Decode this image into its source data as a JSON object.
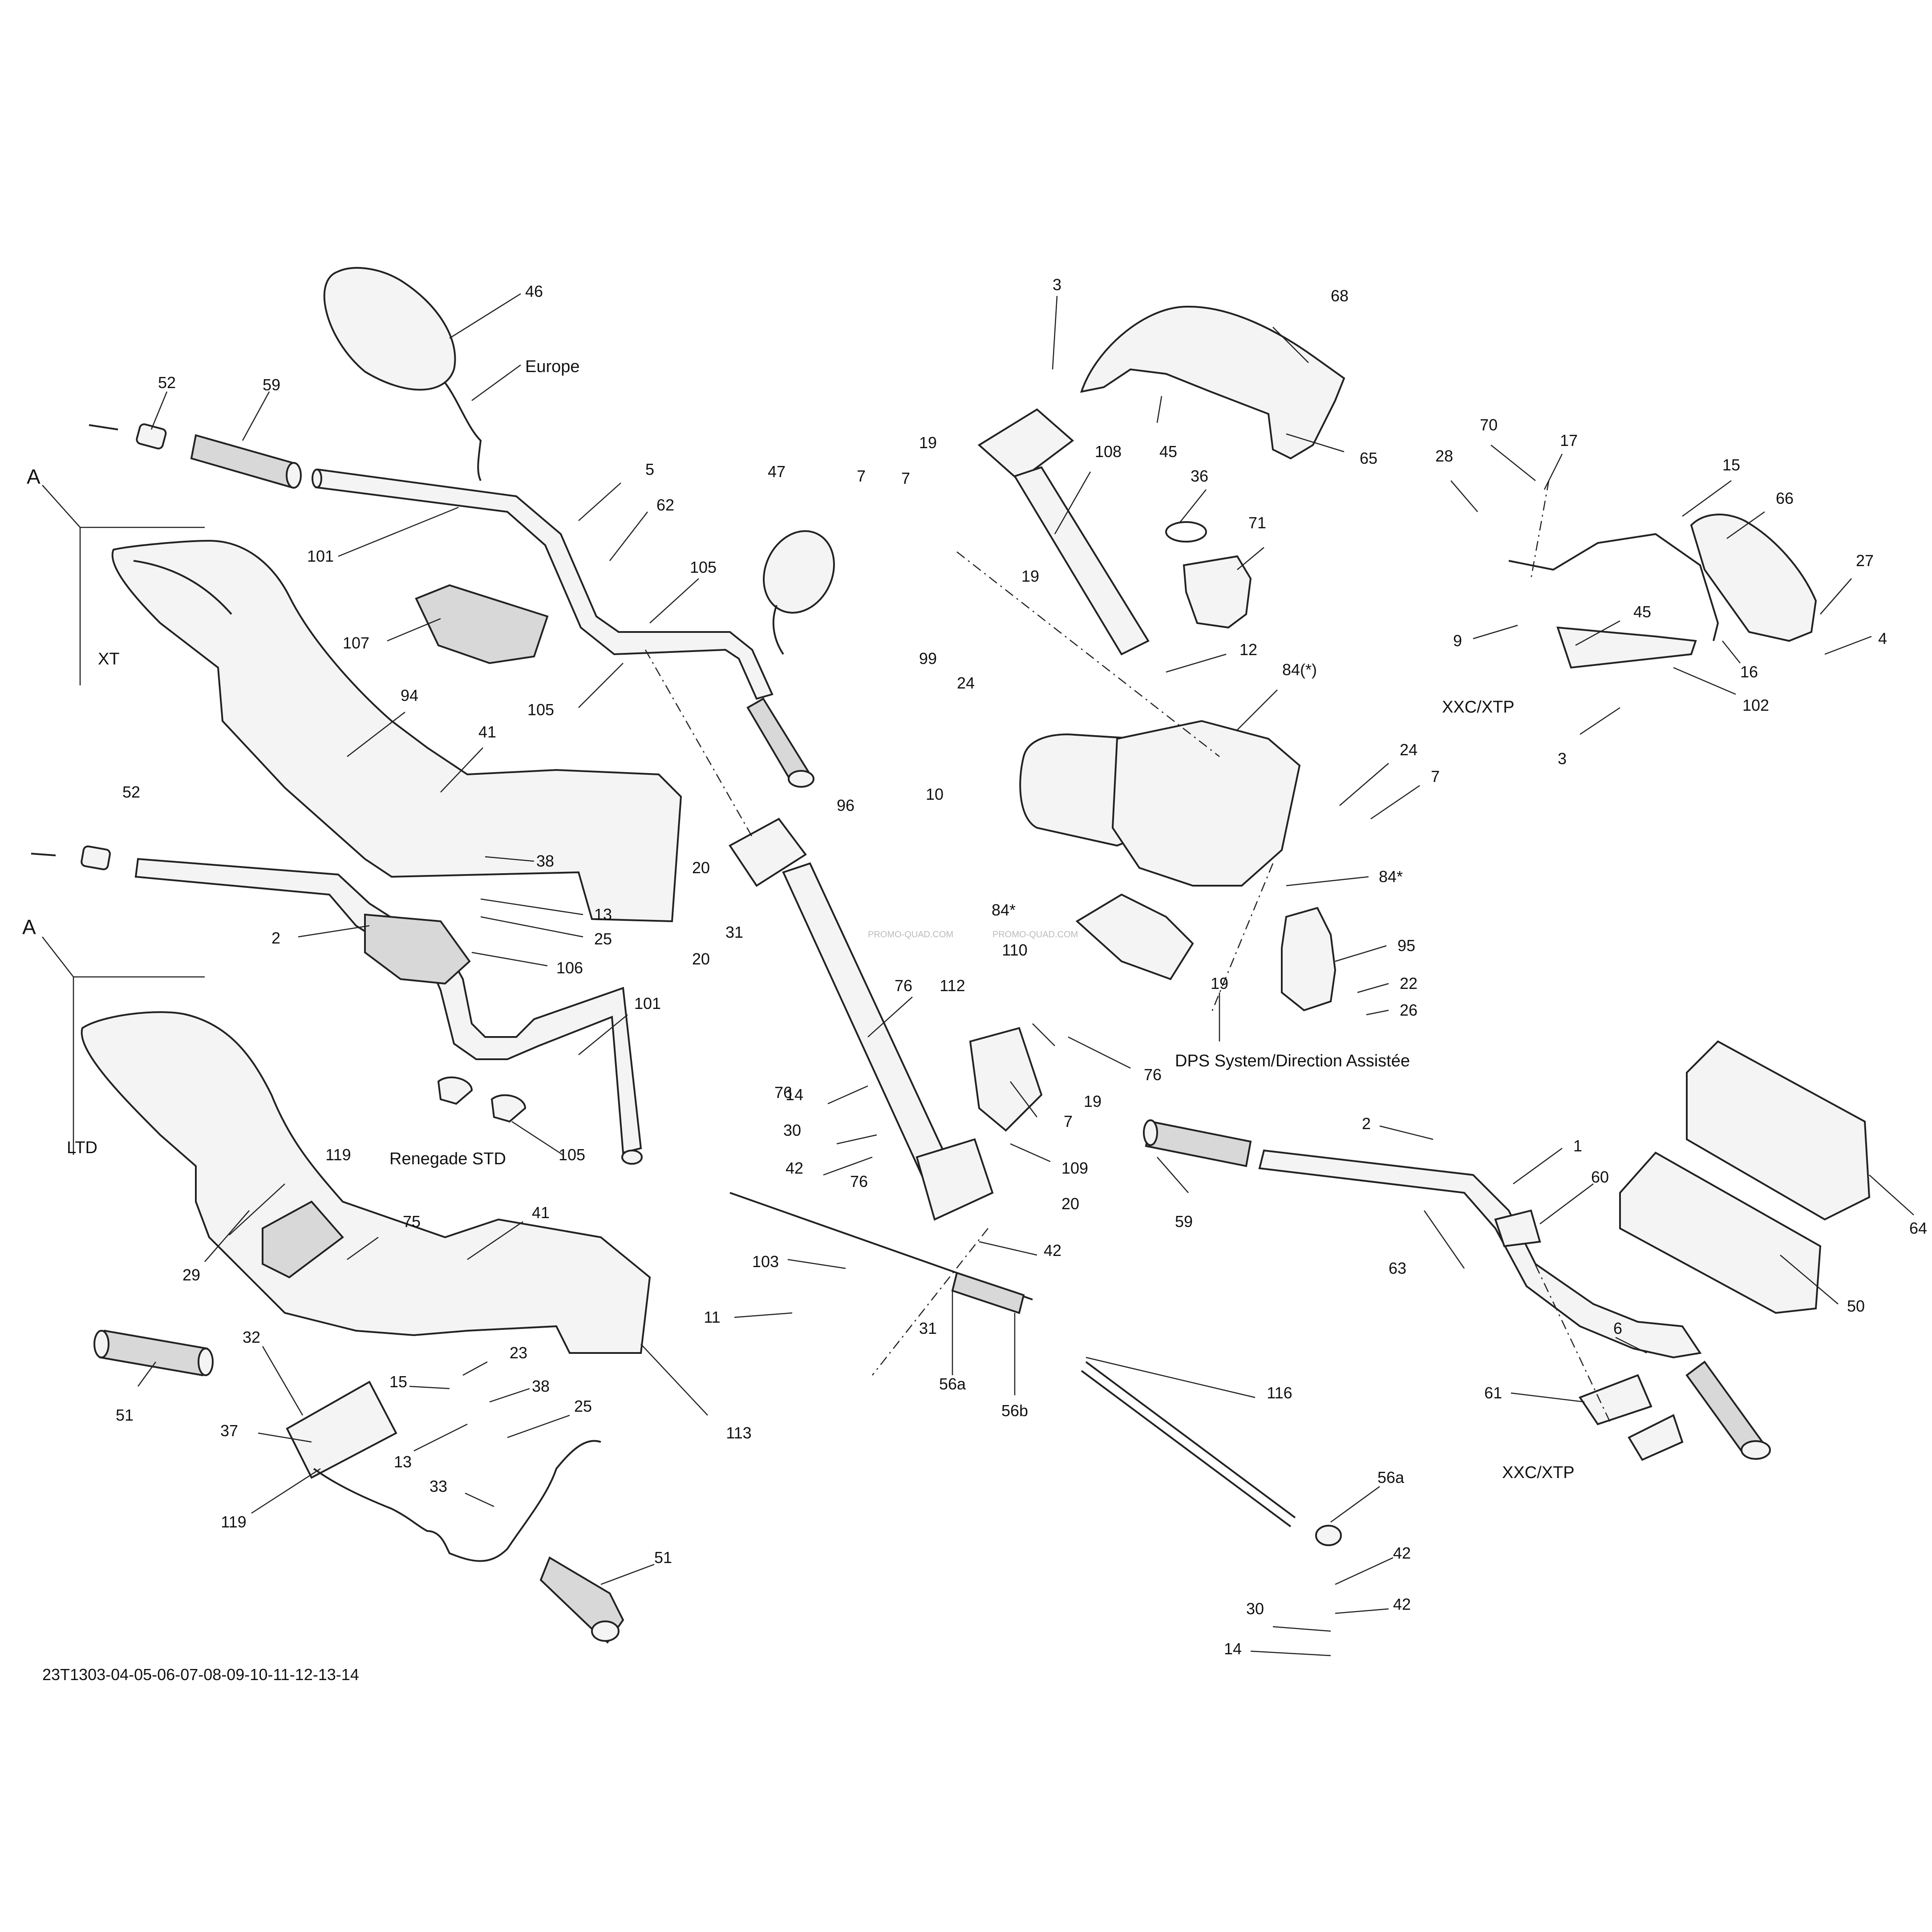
{
  "diagram": {
    "section_labels": {
      "a_upper": "A",
      "a_lower": "A"
    },
    "variant_labels": {
      "xt": "XT",
      "ltd": "LTD",
      "europe": "Europe",
      "renegade_std": "Renegade STD",
      "xxc_xtp_upper": "XXC/XTP",
      "xxc_xtp_lower": "XXC/XTP",
      "dps_system": "DPS System/Direction Assistée"
    },
    "drawing_number": "23T1303-04-05-06-07-08-09-10-11-12-13-14",
    "watermarks": [
      "PROMO-QUAD.COM",
      "PROMO-QUAD.COM"
    ],
    "callouts": {
      "c46": "46",
      "c52a": "52",
      "c59a": "59",
      "c5": "5",
      "c62": "62",
      "c101a": "101",
      "c107": "107",
      "c105a": "105",
      "c105b": "105",
      "c94": "94",
      "c41a": "41",
      "c52b": "52",
      "c38a": "38",
      "c13a": "13",
      "c25a": "25",
      "c2a": "2",
      "c106": "106",
      "c101b": "101",
      "c105c": "105",
      "c119a": "119",
      "c75": "75",
      "c41b": "41",
      "c29": "29",
      "c51a": "51",
      "c23": "23",
      "c15a": "15",
      "c38b": "38",
      "c32": "32",
      "c37": "37",
      "c25b": "25",
      "c13b": "13",
      "c119b": "119",
      "c113": "113",
      "c33": "33",
      "c51b": "51",
      "c47": "47",
      "c3a": "3",
      "c68": "68",
      "c45a": "45",
      "c65": "65",
      "c108": "108",
      "c19a": "19",
      "c7a": "7",
      "c7b": "7",
      "c99": "99",
      "c19b": "19",
      "c24a": "24",
      "c36": "36",
      "c71": "71",
      "c12": "12",
      "c84star": "84(*)",
      "c24b": "24",
      "c7c": "7",
      "c84a": "84*",
      "c84b": "84*",
      "c95": "95",
      "c22": "22",
      "c26": "26",
      "c19c": "19",
      "c110": "110",
      "c96": "96",
      "c10": "10",
      "c20a": "20",
      "c31a": "31",
      "c20b": "20",
      "c76a": "76",
      "c112": "112",
      "c76b": "76",
      "c76c": "76",
      "c14a": "14",
      "c30a": "30",
      "c42a": "42",
      "c19d": "19",
      "c7d": "7",
      "c109": "109",
      "c20c": "20",
      "c76d": "76",
      "c103": "103",
      "c42b": "42",
      "c11": "11",
      "c31b": "31",
      "c56a1": "56a",
      "c56b": "56b",
      "c116": "116",
      "c56a2": "56a",
      "c42c": "42",
      "c42d": "42",
      "c30b": "30",
      "c14b": "14",
      "c70": "70",
      "c17": "17",
      "c28": "28",
      "c15b": "15",
      "c66": "66",
      "c27": "27",
      "c9": "9",
      "c45b": "45",
      "c4": "4",
      "c16": "16",
      "c102": "102",
      "c3b": "3",
      "c2b": "2",
      "c1": "1",
      "c60": "60",
      "c59b": "59",
      "c63": "63",
      "c64": "64",
      "c50": "50",
      "c6": "6",
      "c61": "61"
    }
  }
}
